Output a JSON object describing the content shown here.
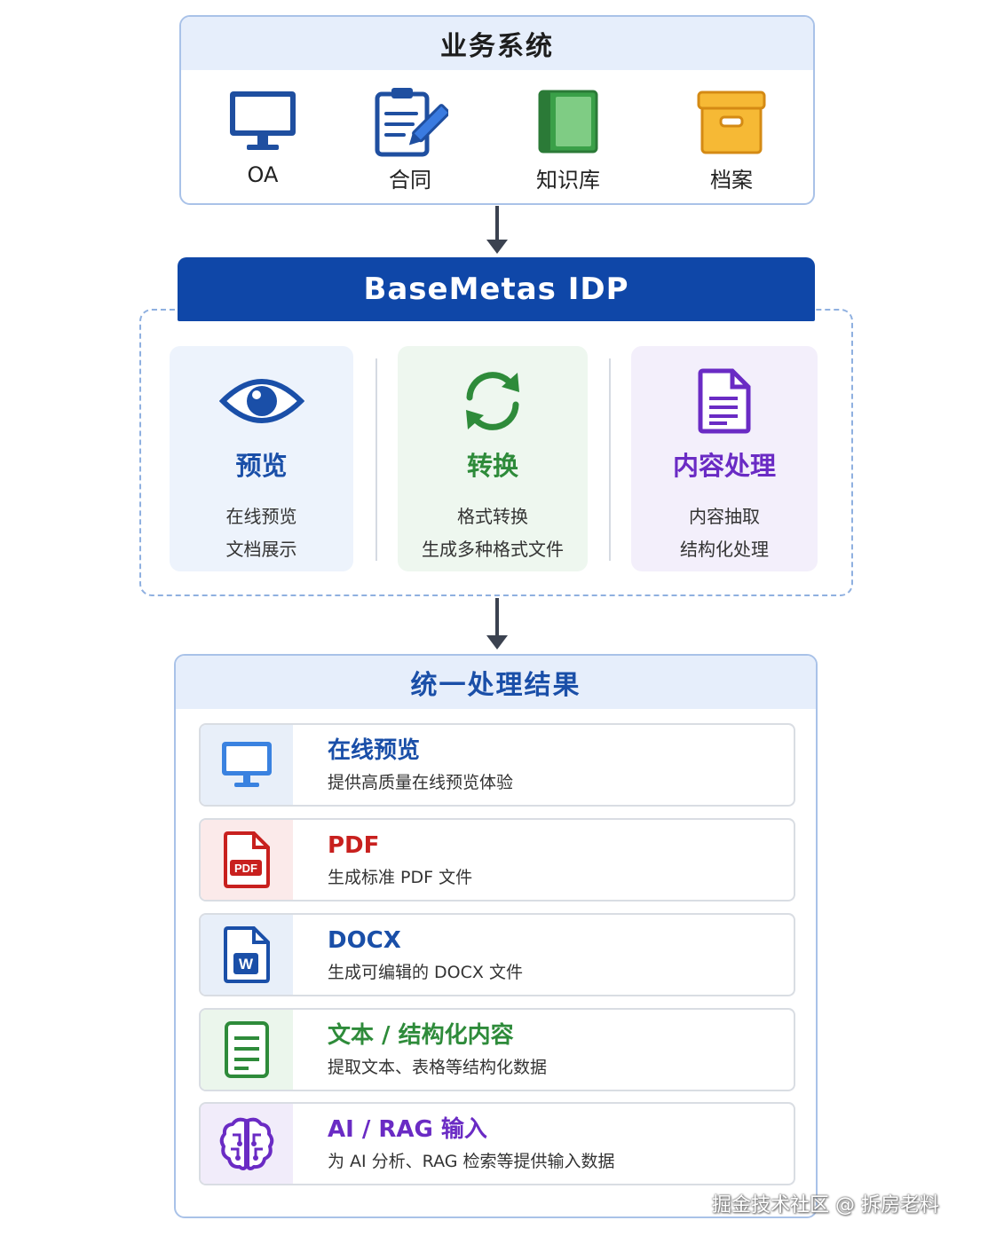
{
  "business": {
    "title": "业务系统",
    "items": [
      {
        "label": "OA",
        "icon": "monitor-icon"
      },
      {
        "label": "合同",
        "icon": "contract-icon"
      },
      {
        "label": "知识库",
        "icon": "book-icon"
      },
      {
        "label": "档案",
        "icon": "archive-box-icon"
      }
    ]
  },
  "idp": {
    "title": "BaseMetas IDP",
    "features": [
      {
        "title": "预览",
        "line1": "在线预览",
        "line2": "文档展示",
        "icon": "eye-icon",
        "color": "#1a4fa8"
      },
      {
        "title": "转换",
        "line1": "格式转换",
        "line2": "生成多种格式文件",
        "icon": "refresh-icon",
        "color": "#2e8b3a"
      },
      {
        "title": "内容处理",
        "line1": "内容抽取",
        "line2": "结构化处理",
        "icon": "document-icon",
        "color": "#6a2bc4"
      }
    ]
  },
  "results": {
    "title": "统一处理结果",
    "items": [
      {
        "title": "在线预览",
        "desc": "提供高质量在线预览体验",
        "icon": "monitor-icon",
        "color": "#1a4fa8"
      },
      {
        "title": "PDF",
        "desc": "生成标准 PDF 文件",
        "icon": "pdf-file-icon",
        "icon_text": "PDF",
        "color": "#c8201e"
      },
      {
        "title": "DOCX",
        "desc": "生成可编辑的 DOCX 文件",
        "icon": "word-file-icon",
        "icon_text": "W",
        "color": "#1a4fa8"
      },
      {
        "title": "文本 / 结构化内容",
        "desc": "提取文本、表格等结构化数据",
        "icon": "text-document-icon",
        "color": "#2e8b3a"
      },
      {
        "title": "AI / RAG 输入",
        "desc": "为 AI 分析、RAG 检索等提供输入数据",
        "icon": "brain-icon",
        "color": "#6a2bc4"
      }
    ]
  },
  "watermark": "掘金技术社区 @ 拆房老料"
}
